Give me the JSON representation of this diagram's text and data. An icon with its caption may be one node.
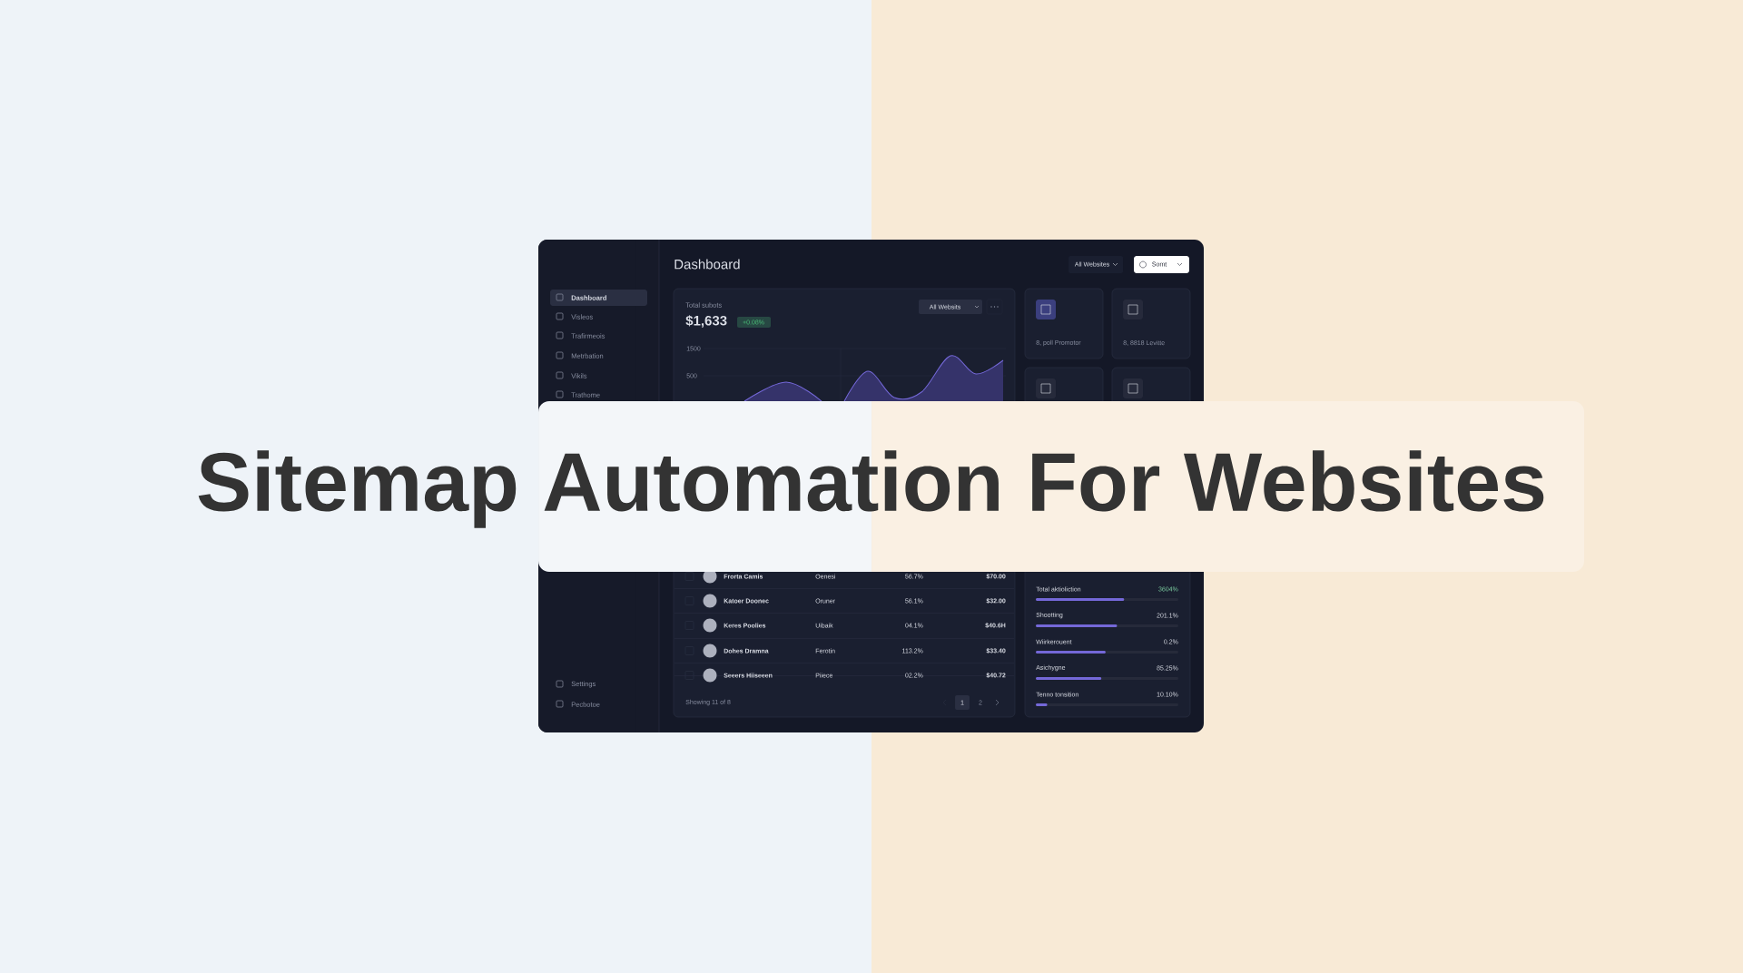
{
  "diagram": {
    "title": "Sitemap Automation For Websites",
    "labels": [
      "Dashboard",
      "Visleos",
      "Trafirmeois",
      "Metrbation",
      "Vikils",
      "Trathome",
      "Settings",
      "Pecbotoe",
      "Dashboard",
      "All Websites",
      "Somt",
      "Total subots",
      "$1,633",
      "+0.08%",
      "All Websits",
      "1500",
      "500",
      "8, poll Promotor",
      "8, 8818 Levitte",
      "Frorta Camis",
      "Oenesi",
      "56.7%",
      "$70.00",
      "Katoer Doonec",
      "Oruner",
      "56.1%",
      "$32.00",
      "Keres Poolies",
      "Uibaik",
      "04.1%",
      "$40.6H",
      "Dohes Dramna",
      "Ferotin",
      "113.2%",
      "$33.40",
      "Seeers Hiiseeen",
      "Piiece",
      "02.2%",
      "$40.72",
      "Showing 11 of 8",
      "1",
      "2",
      "Total aktioliction",
      "3604%",
      "Shootting",
      "201.1%",
      "Wiirkerouent",
      "0.2%",
      "Asichygne",
      "85.25%",
      "Tenno tonsition",
      "10.10%"
    ]
  }
}
